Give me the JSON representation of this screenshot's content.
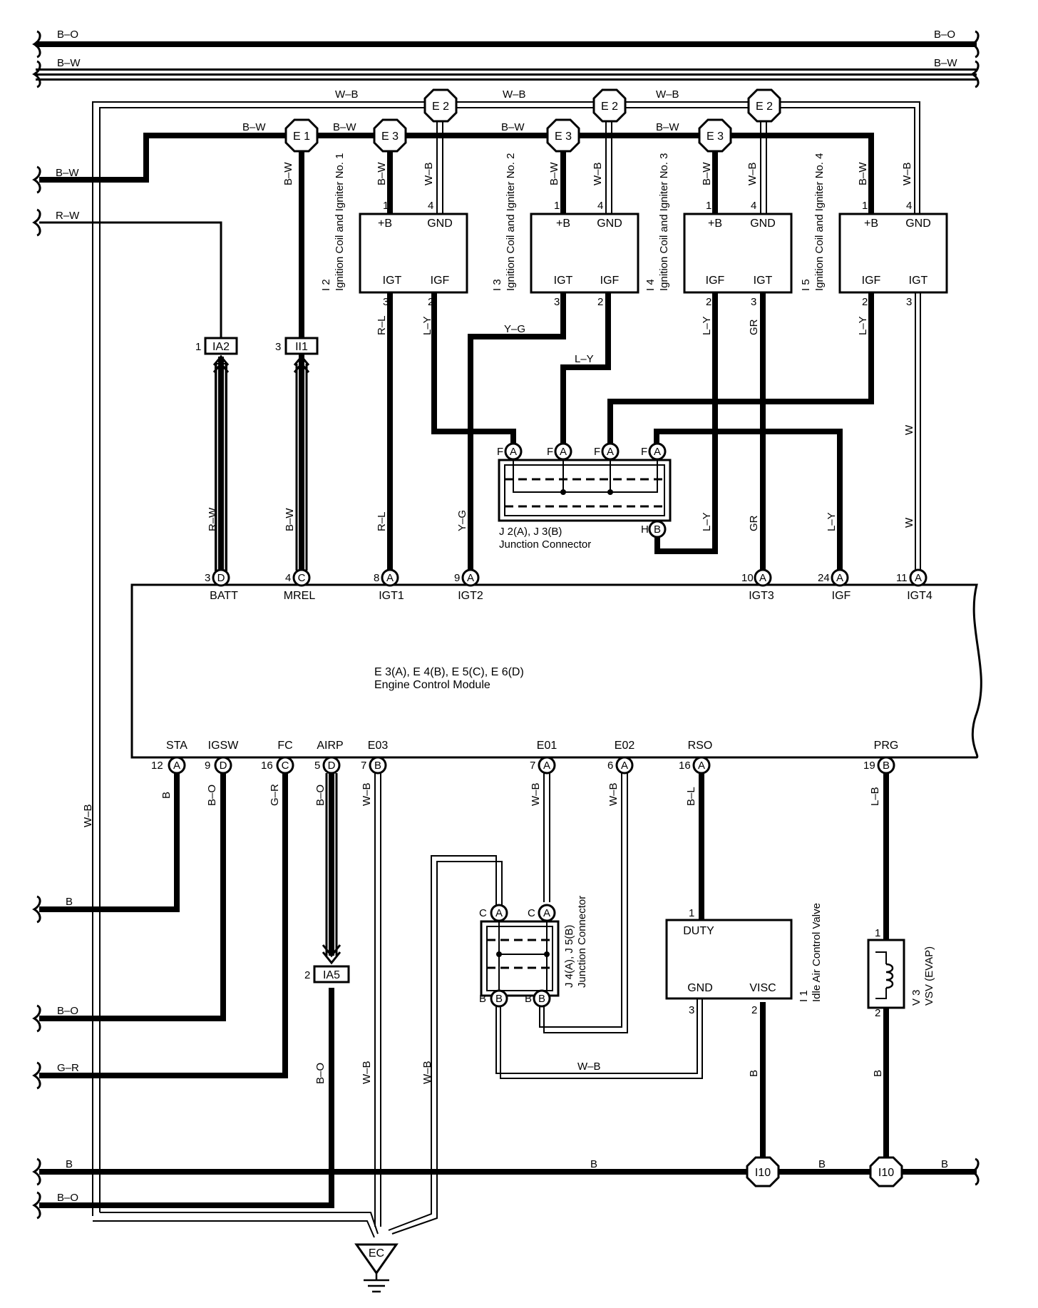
{
  "buses": {
    "top1_left": "B–O",
    "top1_right": "B–O",
    "top2_left": "B–W",
    "top2_right": "B–W",
    "left_bw": "B–W",
    "left_rw": "R–W",
    "left_b": "B",
    "left_bo": "B–O",
    "left_gr": "G–R",
    "bottom_b_left": "B",
    "bottom_b_mid": "B",
    "bottom_b_mid2": "B",
    "bottom_b_right": "B",
    "bottom_bo_left": "B–O"
  },
  "splices": {
    "e1": "E 1",
    "e2": "E 2",
    "e3": "E 3",
    "i10": "I10"
  },
  "ground": {
    "label": "EC"
  },
  "wires": {
    "wb": "W–B",
    "bw": "B–W",
    "rw": "R–W",
    "rl": "R–L",
    "yg": "Y–G",
    "ly": "L–Y",
    "gr": "GR",
    "w": "W",
    "b": "B",
    "bo": "B–O",
    "g_r": "G–R",
    "bl": "B–L",
    "lb": "L–B"
  },
  "coils": [
    {
      "pin_ref": "I 2",
      "name": "Ignition Coil and Igniter No. 1",
      "pins": [
        "+B",
        "GND",
        "IGT",
        "IGF"
      ],
      "pin_nums": [
        "1",
        "4",
        "3",
        "2"
      ]
    },
    {
      "pin_ref": "I 3",
      "name": "Ignition Coil and Igniter No. 2",
      "pins": [
        "+B",
        "GND",
        "IGT",
        "IGF"
      ],
      "pin_nums": [
        "1",
        "4",
        "3",
        "2"
      ]
    },
    {
      "pin_ref": "I 4",
      "name": "Ignition Coil and Igniter No. 3",
      "pins": [
        "+B",
        "GND",
        "IGF",
        "IGT"
      ],
      "pin_nums": [
        "1",
        "4",
        "2",
        "3"
      ]
    },
    {
      "pin_ref": "I 5",
      "name": "Ignition Coil and Igniter No. 4",
      "pins": [
        "+B",
        "GND",
        "IGF",
        "IGT"
      ],
      "pin_nums": [
        "1",
        "4",
        "2",
        "3"
      ]
    }
  ],
  "connectors": {
    "ia2": "IA2",
    "ii1": "II1",
    "ia5": "IA5",
    "ia2_pin": "1",
    "ii1_pin": "3",
    "ia5_pin": "2"
  },
  "junction_j2": {
    "ref": "J 2(A), J 3(B)",
    "name": "Junction Connector",
    "pin_f": "F",
    "pin_h": "H",
    "letter_a": "A",
    "letter_b": "B"
  },
  "junction_j4": {
    "ref": "J 4(A), J 5(B)",
    "name": "Junction Connector",
    "pin_c": "C",
    "pin_b": "B",
    "letter_a": "A",
    "letter_b": "B"
  },
  "ecm": {
    "ref": "E 3(A), E 4(B), E 5(C), E 6(D)",
    "name": "Engine Control Module",
    "top_pins": [
      {
        "num": "3",
        "letter": "D",
        "name": "BATT"
      },
      {
        "num": "4",
        "letter": "C",
        "name": "MREL"
      },
      {
        "num": "8",
        "letter": "A",
        "name": "IGT1"
      },
      {
        "num": "9",
        "letter": "A",
        "name": "IGT2"
      },
      {
        "num": "10",
        "letter": "A",
        "name": "IGT3"
      },
      {
        "num": "24",
        "letter": "A",
        "name": "IGF"
      },
      {
        "num": "11",
        "letter": "A",
        "name": "IGT4"
      }
    ],
    "bottom_pins": [
      {
        "num": "12",
        "letter": "A",
        "name": "STA"
      },
      {
        "num": "9",
        "letter": "D",
        "name": "IGSW"
      },
      {
        "num": "16",
        "letter": "C",
        "name": "FC"
      },
      {
        "num": "5",
        "letter": "D",
        "name": "AIRP"
      },
      {
        "num": "7",
        "letter": "B",
        "name": "E03"
      },
      {
        "num": "7",
        "letter": "A",
        "name": "E01"
      },
      {
        "num": "6",
        "letter": "A",
        "name": "E02"
      },
      {
        "num": "16",
        "letter": "A",
        "name": "RSO"
      },
      {
        "num": "19",
        "letter": "B",
        "name": "PRG"
      }
    ]
  },
  "iacv": {
    "ref": "I 1",
    "name": "Idle Air Control Valve",
    "duty": "DUTY",
    "gnd": "GND",
    "visc": "VISC",
    "pin1": "1",
    "pin3": "3",
    "pin2": "2"
  },
  "vsv": {
    "ref": "V 3",
    "name": "VSV (EVAP)",
    "pin1": "1",
    "pin2": "2"
  }
}
